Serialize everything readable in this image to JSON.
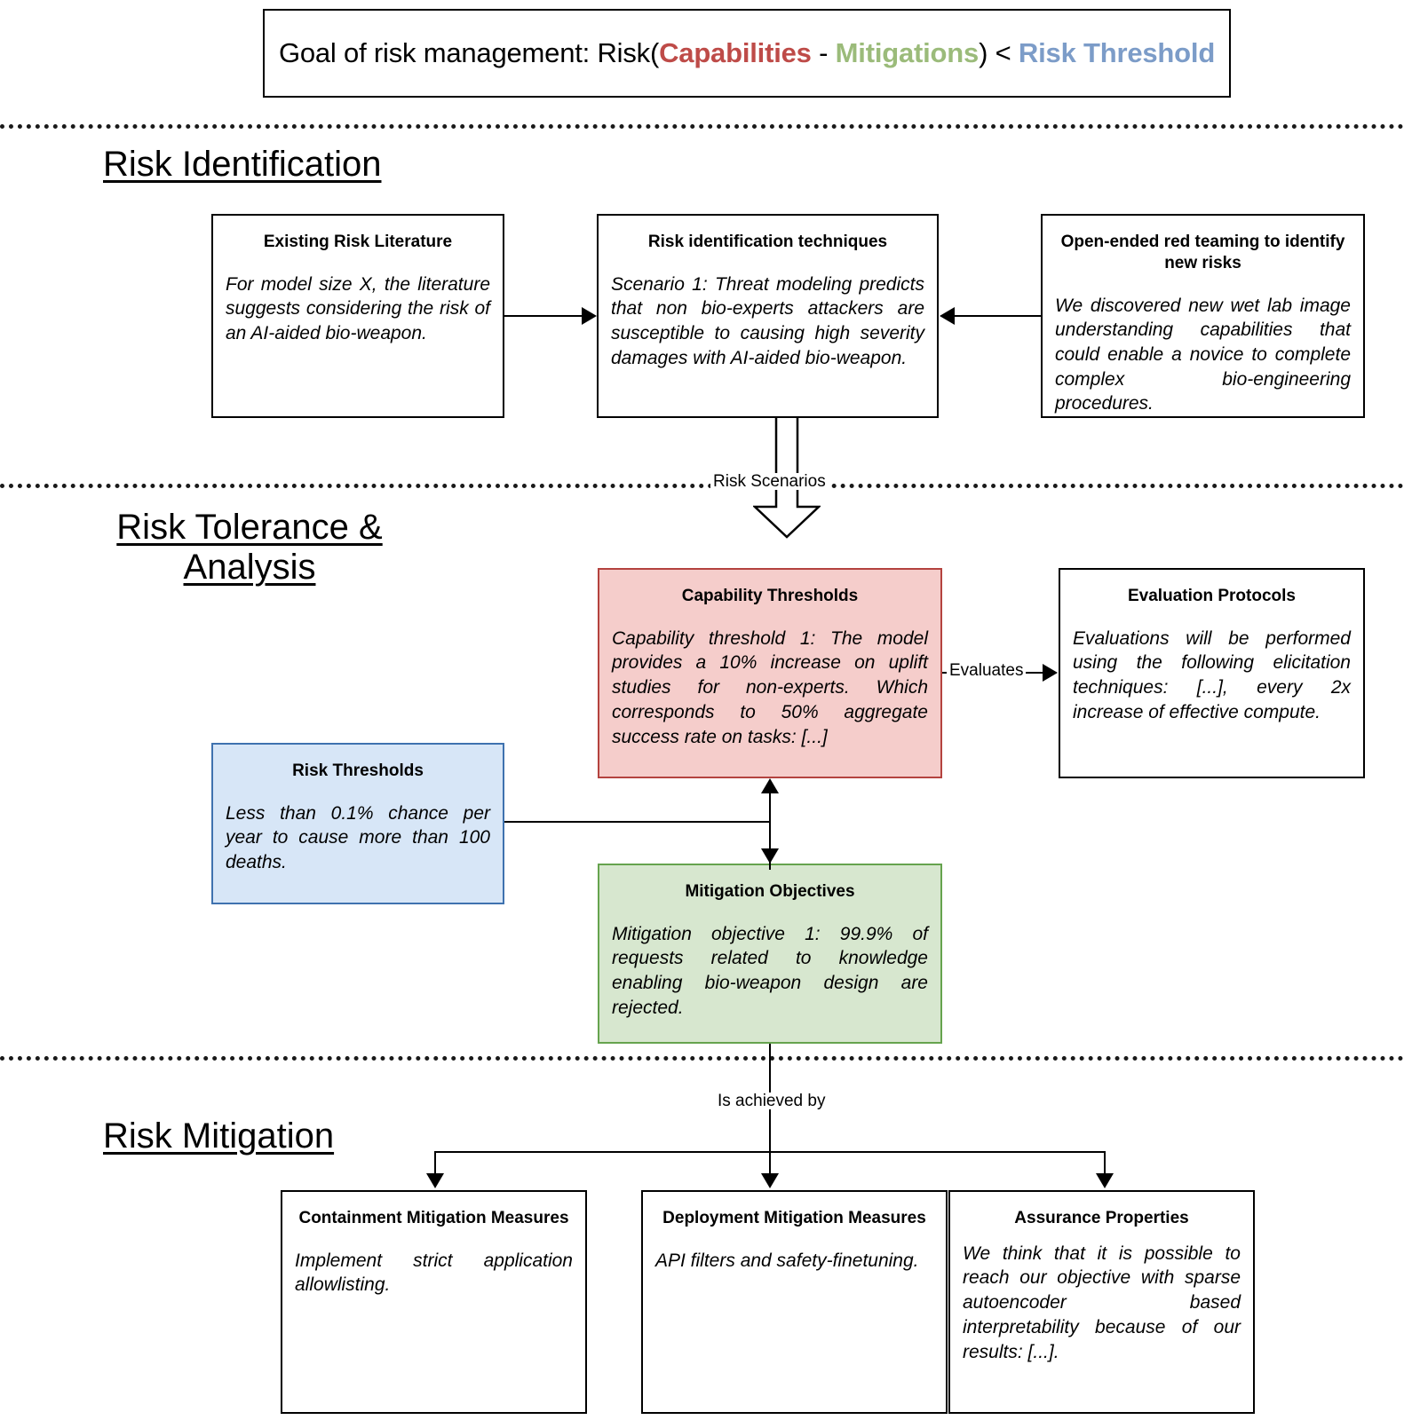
{
  "goal": {
    "prefix": "Goal of risk management: Risk(",
    "capabilities": "Capabilities",
    "minus": " - ",
    "mitigations": "Mitigations",
    "middle": ") < ",
    "threshold": "Risk Threshold",
    "colors": {
      "capabilities": "#BE4B48",
      "mitigations": "#9BBB7A",
      "threshold": "#7C9CC8"
    }
  },
  "sections": {
    "risk_identification": "Risk Identification",
    "risk_tolerance_line1": "Risk Tolerance &",
    "risk_tolerance_line2": "Analysis",
    "risk_mitigation": "Risk Mitigation"
  },
  "boxes": {
    "existing_risk_literature": {
      "title": "Existing Risk Literature",
      "body": "For model size X, the literature suggests considering the risk of an AI-aided bio-weapon."
    },
    "risk_identification_techniques": {
      "title": "Risk identification techniques",
      "body": "Scenario 1: Threat modeling predicts that non bio-experts attackers are susceptible to causing high severity damages with AI-aided bio-weapon."
    },
    "open_ended_red_teaming": {
      "title": "Open-ended red teaming to identify new risks",
      "body": "We discovered new wet lab image understanding capabilities that could enable a novice to complete complex bio-engineering procedures."
    },
    "capability_thresholds": {
      "title": "Capability Thresholds",
      "body": "Capability threshold 1: The model provides a 10% increase on uplift studies for non-experts. Which corresponds to 50% aggregate success rate on tasks: [...]",
      "fill": "#F5CDCB",
      "border": "#B4433F"
    },
    "evaluation_protocols": {
      "title": "Evaluation Protocols",
      "body": "Evaluations will be performed using the following elicitation techniques: [...], every 2x increase of effective compute."
    },
    "risk_thresholds": {
      "title": "Risk Thresholds",
      "body": "Less than 0.1% chance per year to cause more than 100 deaths.",
      "fill": "#D7E6F7",
      "border": "#3F72AF"
    },
    "mitigation_objectives": {
      "title": "Mitigation Objectives",
      "body": "Mitigation objective 1: 99.9% of requests related to knowledge enabling bio-weapon design are rejected.",
      "fill": "#D7E7CF",
      "border": "#66A34E"
    },
    "containment_mitigation_measures": {
      "title": "Containment Mitigation Measures",
      "body": "Implement strict application allowlisting."
    },
    "deployment_mitigation_measures": {
      "title": "Deployment Mitigation Measures",
      "body": "API filters and safety-finetuning."
    },
    "assurance_properties": {
      "title": "Assurance Properties",
      "body": "We think that it is possible to reach our objective with sparse autoencoder based interpretability because of our results: [...]."
    }
  },
  "edges": {
    "risk_scenarios": "Risk Scenarios",
    "evaluates": "Evaluates",
    "is_achieved_by": "Is achieved by"
  }
}
